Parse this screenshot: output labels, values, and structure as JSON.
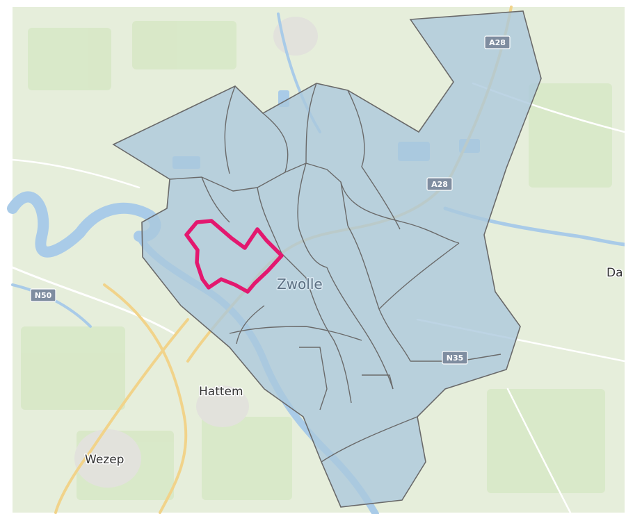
{
  "map": {
    "places": {
      "city": "Zwolle",
      "town_hattem": "Hattem",
      "town_wezep": "Wezep",
      "edge_fragment": "Da"
    },
    "road_shields": {
      "a28_north": "A28",
      "a28_east": "A28",
      "n50": "N50",
      "n35": "N35"
    },
    "colors": {
      "land": "#e7eedb",
      "field_green": "#d4e6c3",
      "water": "#a9cbe8",
      "municipality_fill": "#aac8dc",
      "district_border": "#6a6a6a",
      "highlight_border": "#e3186f",
      "major_road": "#f1d38a",
      "minor_road": "#ffffff"
    }
  }
}
